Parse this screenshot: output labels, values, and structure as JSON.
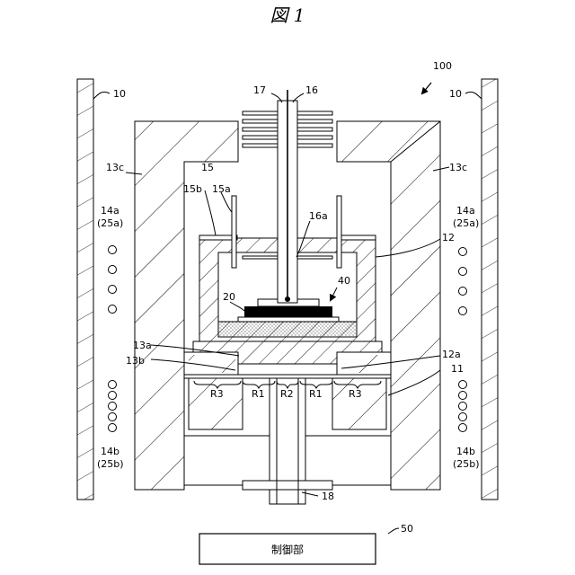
{
  "figure_title": "図 1",
  "labels": {
    "device": "100",
    "wall_left": "10",
    "wall_right": "10",
    "l17": "17",
    "l16": "16",
    "l15": "15",
    "l15b": "15b",
    "l15a": "15a",
    "l16a": "16a",
    "l12": "12",
    "l13c_left": "13c",
    "l13c_right": "13c",
    "l14a_left": "14a",
    "l25a_left": "(25a)",
    "l14a_right": "14a",
    "l25a_right": "(25a)",
    "l20": "20",
    "l40": "40",
    "l13a": "13a",
    "l13b": "13b",
    "l12a": "12a",
    "l11": "11",
    "r3_left": "R3",
    "r1_left": "R1",
    "r2": "R2",
    "r1_right": "R1",
    "r3_right": "R3",
    "l14b_left": "14b",
    "l25b_left": "(25b)",
    "l14b_right": "14b",
    "l25b_right": "(25b)",
    "l18": "18",
    "l50": "50"
  },
  "control_unit": {
    "label": "制御部"
  }
}
